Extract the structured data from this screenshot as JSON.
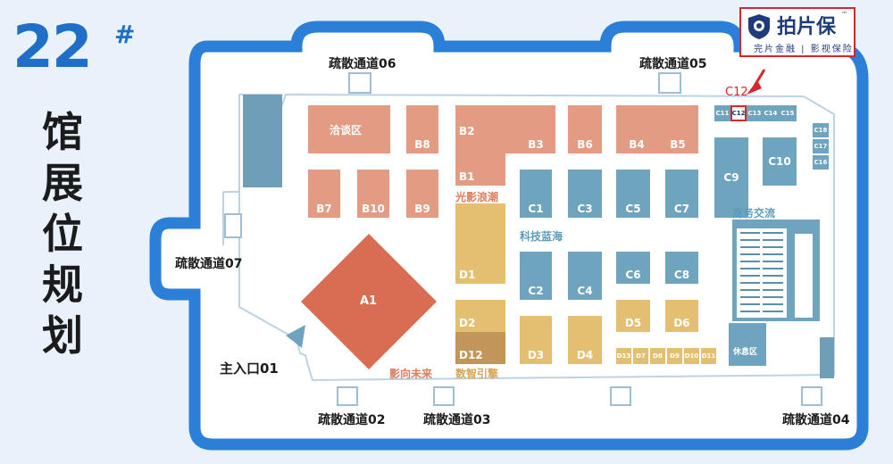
{
  "hall": {
    "number": "22",
    "hash": "#",
    "title": "馆展位规划"
  },
  "logo": {
    "name": "拍片保",
    "tm": "™",
    "slogan": "完片金融 | 影视保险"
  },
  "callout": {
    "label": "C12"
  },
  "exits": {
    "e06": "疏散通道06",
    "e05": "疏散通道05",
    "e07": "疏散通道07",
    "e02": "疏散通道02",
    "e03": "疏散通道03",
    "e04": "疏散通道04",
    "main": "主入口01"
  },
  "zones": {
    "guangying": "光影浪潮",
    "keji": "科技蓝海",
    "shangwu": "商务交流",
    "yingxiang": "影向未来",
    "shuzhi": "数智引擎",
    "xiuxi": "休息区"
  },
  "booths": {
    "qiatan": "洽谈区",
    "B8": "B8",
    "B2": "B2",
    "B3": "B3",
    "B6": "B6",
    "B4": "B4",
    "B5": "B5",
    "B7": "B7",
    "B10": "B10",
    "B9": "B9",
    "B1": "B1",
    "C1": "C1",
    "C3": "C3",
    "C5": "C5",
    "C7": "C7",
    "C2": "C2",
    "C4": "C4",
    "C6": "C6",
    "C8": "C8",
    "C9": "C9",
    "C10": "C10",
    "C11": "C11",
    "C12": "C12",
    "C13": "C13",
    "C14": "C14",
    "C15": "C15",
    "C16": "C16",
    "C17": "C17",
    "C18": "C18",
    "D1": "D1",
    "D2": "D2",
    "D12": "D12",
    "D3": "D3",
    "D4": "D4",
    "D5": "D5",
    "D6": "D6",
    "D13": "D13",
    "D7": "D7",
    "D8": "D8",
    "D9": "D9",
    "D10": "D10",
    "D11": "D11",
    "A1": "A1"
  },
  "colors": {
    "frame_blue": "#2b7fd6",
    "booth_pink": "#e39b83",
    "booth_blue": "#6fa4be",
    "booth_yellow": "#e5bf71",
    "booth_brown": "#c2955a",
    "booth_a1": "#d96d51",
    "zone_orange": "#e07b57",
    "zone_blue": "#5e9bbb",
    "zone_yellow": "#d7a651",
    "highlight_red": "#d8262a"
  }
}
